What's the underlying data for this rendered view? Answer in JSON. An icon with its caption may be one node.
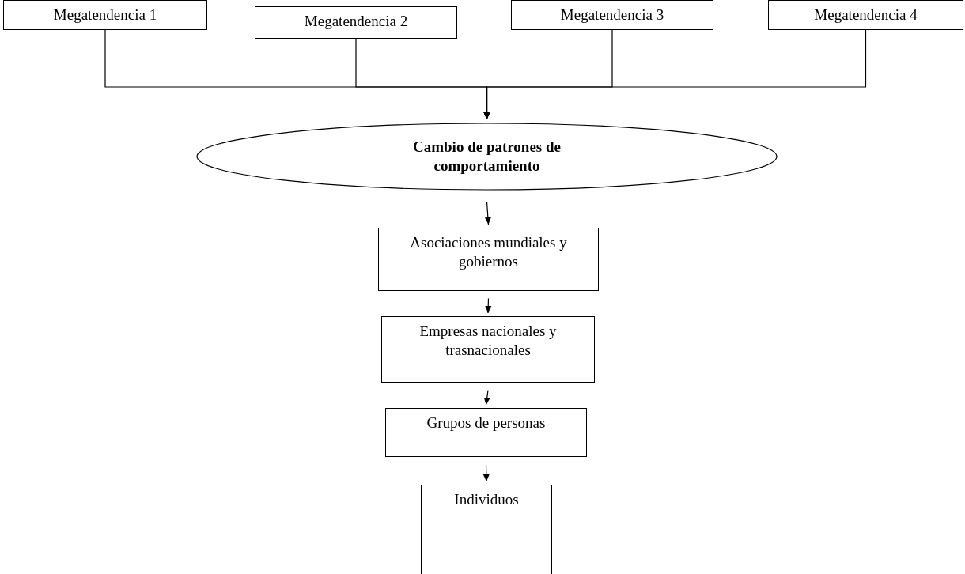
{
  "diagram": {
    "nodes": [
      {
        "text": [
          "Megatendencia 1"
        ]
      },
      {
        "text": [
          "Megatendencia 2"
        ]
      },
      {
        "text": [
          "Megatendencia 3"
        ]
      },
      {
        "text": [
          "Megatendencia 4"
        ]
      },
      {
        "text": [
          "Cambio de patrones de comportamiento"
        ]
      },
      {
        "text": [
          "Asociaciones mundiales y gobiernos"
        ]
      },
      {
        "text": [
          "Empresas nacionales y trasnacionales"
        ]
      },
      {
        "text": [
          "Grupos de personas"
        ]
      },
      {
        "text": [
          "Individuos"
        ]
      }
    ],
    "edges": [
      {
        "from": 0,
        "to": 4,
        "arrow": "to"
      },
      {
        "from": 1,
        "to": 4,
        "arrow": "to"
      },
      {
        "from": 2,
        "to": 4,
        "arrow": "to"
      },
      {
        "from": 3,
        "to": 4,
        "arrow": "to"
      },
      {
        "from": 4,
        "to": 5,
        "arrow": "to"
      },
      {
        "from": 5,
        "to": 6,
        "arrow": "to"
      },
      {
        "from": 6,
        "to": 7,
        "arrow": "to"
      },
      {
        "from": 7,
        "to": 8,
        "arrow": "to"
      }
    ]
  }
}
